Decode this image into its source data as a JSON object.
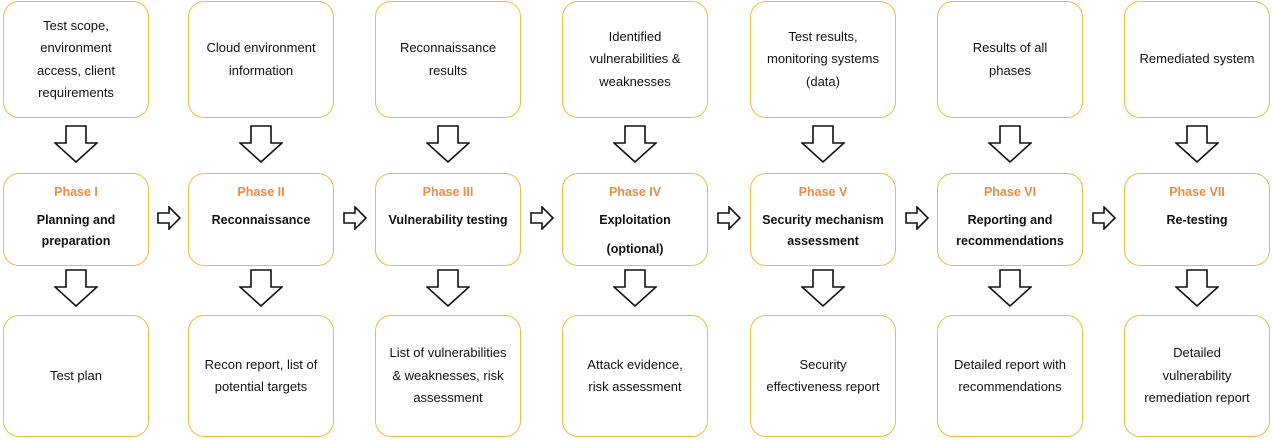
{
  "accent_color": "#f5b840",
  "phase_label_color": "#ef8b43",
  "arrow_icon": "hollow-arrow-icon",
  "phases": [
    {
      "label": "Phase I",
      "name": [
        "Planning and",
        "preparation"
      ],
      "input": [
        "Test scope,",
        "environment",
        "access, client",
        "requirements"
      ],
      "output": [
        "Test plan"
      ]
    },
    {
      "label": "Phase II",
      "name": [
        "Reconnaissance"
      ],
      "input": [
        "Cloud environment",
        "information"
      ],
      "output": [
        "Recon report, list of",
        "potential targets"
      ]
    },
    {
      "label": "Phase III",
      "name": [
        "Vulnerability testing"
      ],
      "input": [
        "Reconnaissance",
        "results"
      ],
      "output": [
        "List of vulnerabilities",
        "& weaknesses, risk",
        "assessment"
      ]
    },
    {
      "label": "Phase IV",
      "name": [
        "Exploitation"
      ],
      "note": "(optional)",
      "input": [
        "Identified",
        "vulnerabilities &",
        "weaknesses"
      ],
      "output": [
        "Attack evidence,",
        "risk assessment"
      ]
    },
    {
      "label": "Phase V",
      "name": [
        "Security mechanism",
        "assessment"
      ],
      "input": [
        "Test results,",
        "monitoring systems",
        "(data)"
      ],
      "output": [
        "Security",
        "effectiveness report"
      ]
    },
    {
      "label": "Phase VI",
      "name": [
        "Reporting and",
        "recommendations"
      ],
      "input": [
        "Results of all",
        "phases"
      ],
      "output": [
        "Detailed report with",
        "recommendations"
      ]
    },
    {
      "label": "Phase VII",
      "name": [
        "Re-testing"
      ],
      "input": [
        "Remediated system"
      ],
      "output": [
        "Detailed",
        "vulnerability",
        "remediation report"
      ]
    }
  ]
}
